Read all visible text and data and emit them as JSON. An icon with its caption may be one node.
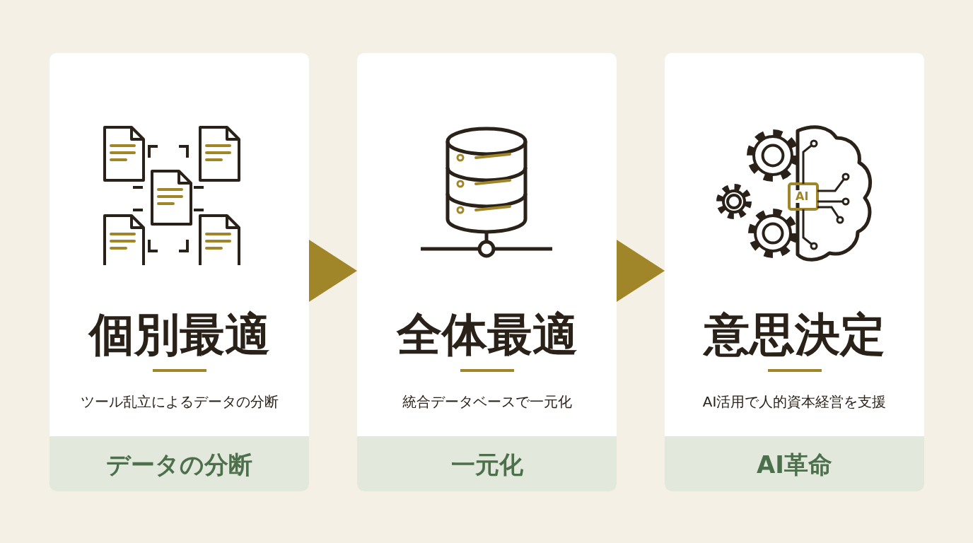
{
  "diagram": {
    "nodes": [
      {
        "text": [
          "個別最適",
          "ツール乱立によるデータの分断"
        ]
      },
      {
        "text": [
          "データの分断"
        ],
        "in": 0
      },
      {
        "text": [
          "全体最適",
          "統合データベースで一元化"
        ]
      },
      {
        "text": [
          "一元化"
        ],
        "in": 2
      },
      {
        "text": [
          "意思決定",
          "AI活用で人的資本経営を支援"
        ]
      },
      {
        "text": [
          "AI革命"
        ],
        "in": 4
      }
    ],
    "edges": [
      {
        "from": 0,
        "to": 2,
        "arrow": "to"
      },
      {
        "from": 2,
        "to": 4,
        "arrow": "to"
      }
    ],
    "labels": [
      "AI"
    ]
  }
}
